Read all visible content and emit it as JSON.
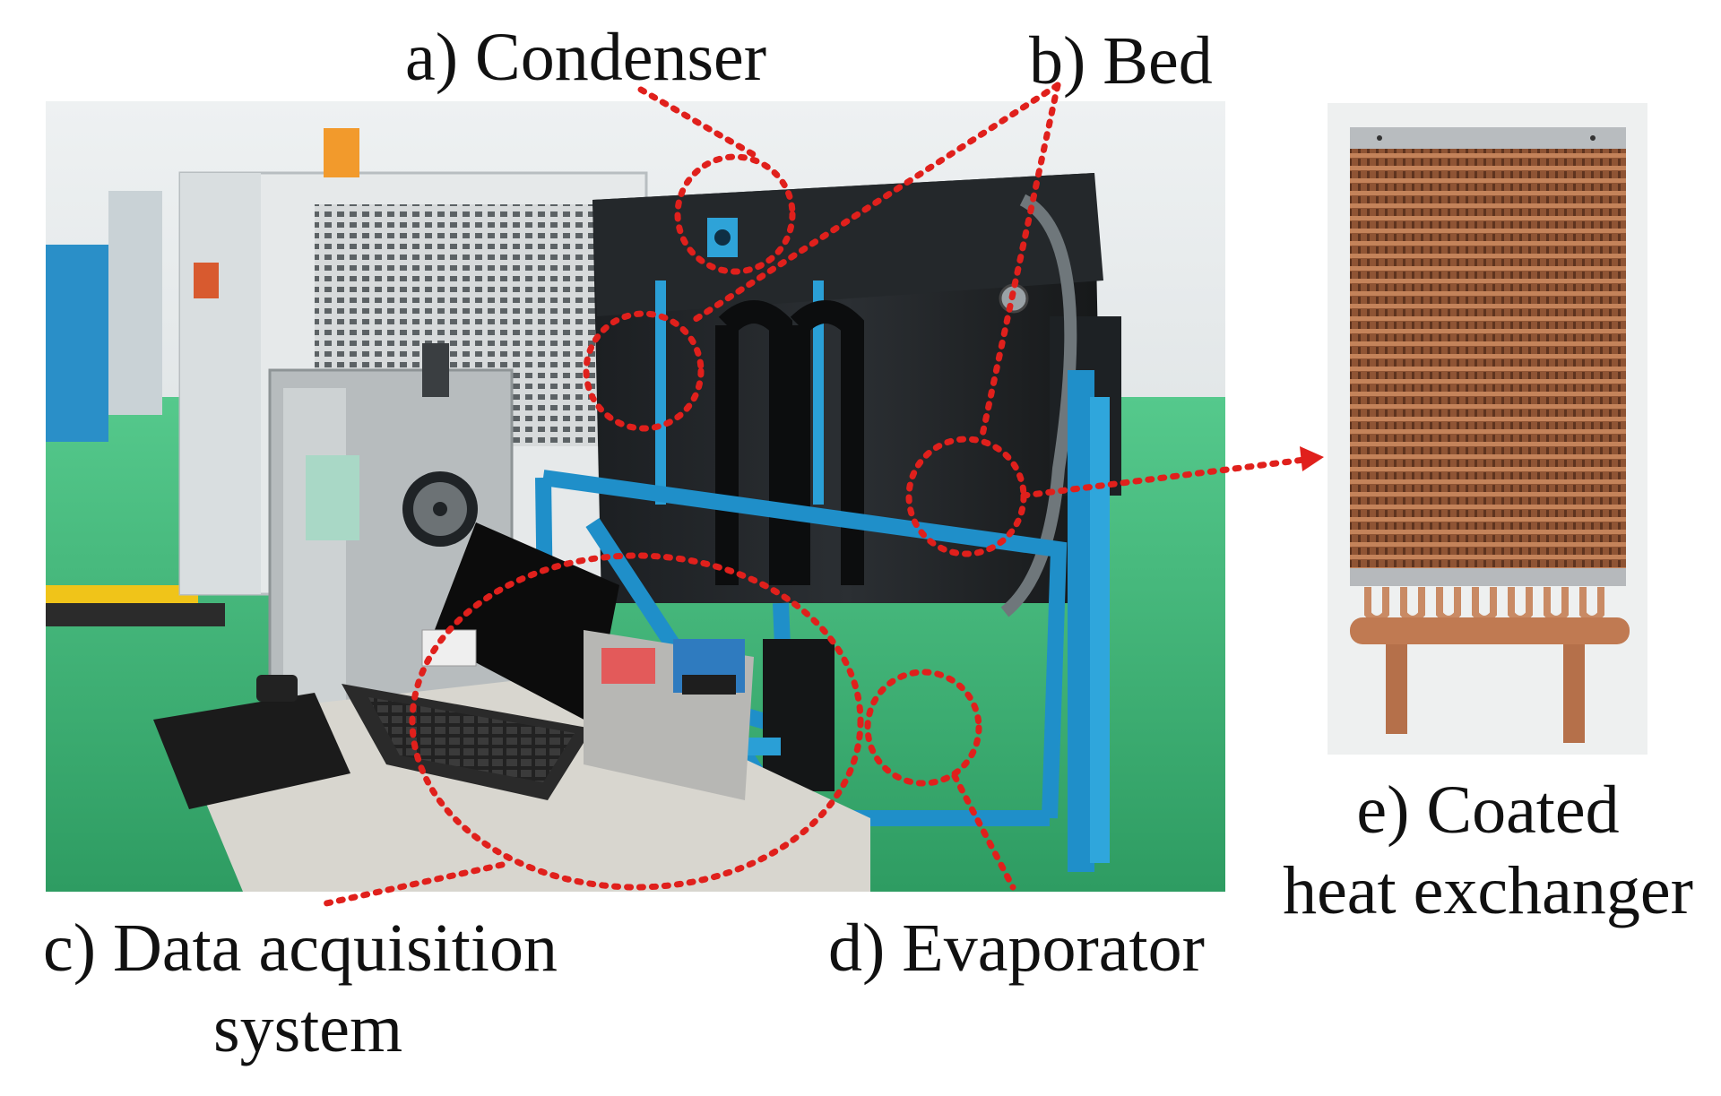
{
  "labels": {
    "condenser": "a) Condenser",
    "bed": "b) Bed",
    "daq_line1": "c) Data acquisition",
    "daq_line2": "system",
    "evaporator": "d) Evaporator",
    "coated_line1": "e) Coated",
    "coated_line2": "heat exchanger"
  },
  "colors": {
    "annotation": "#e0201c",
    "frame_blue": "#1f8fc9",
    "copper": "#a8633c",
    "floor_green": "#3fbf7c"
  }
}
